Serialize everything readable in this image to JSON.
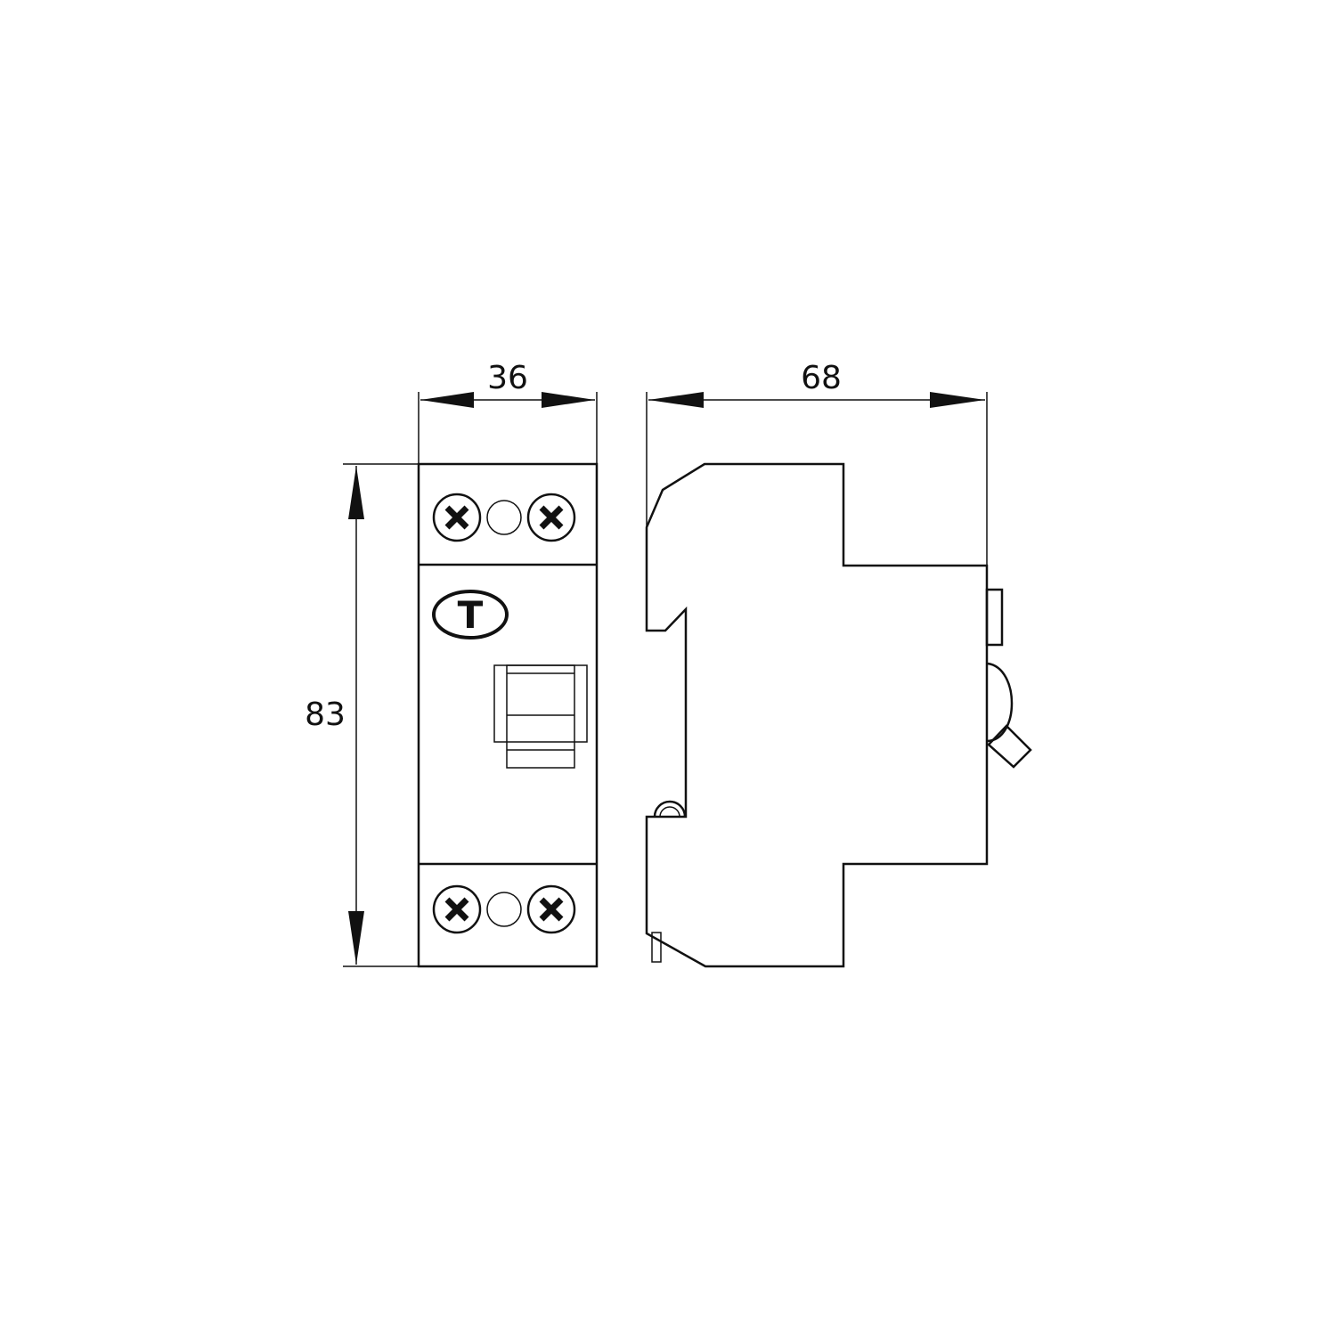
{
  "dimensions": {
    "width": "36",
    "depth": "68",
    "height": "83"
  },
  "front_view": {
    "test_button_label": "T"
  },
  "colors": {
    "stroke": "#111111",
    "background": "#ffffff"
  }
}
